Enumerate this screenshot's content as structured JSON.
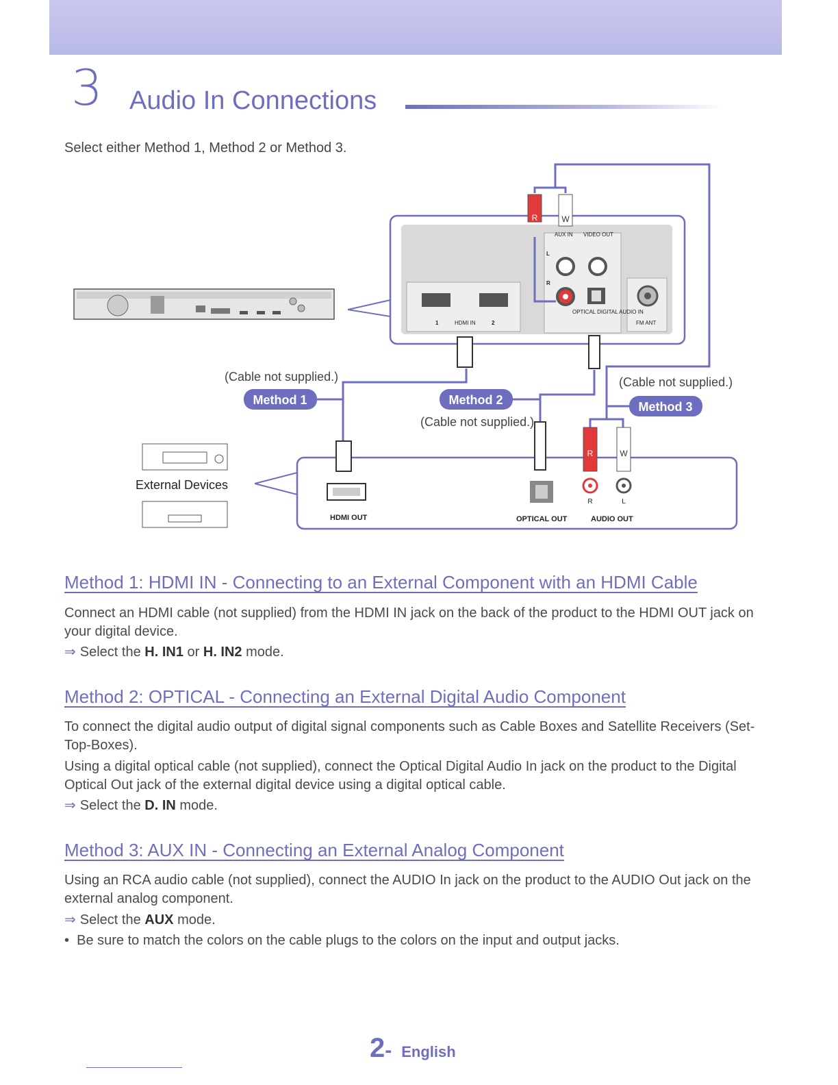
{
  "chapter": {
    "number": "3",
    "title": "Audio In Connections"
  },
  "intro": "Select either Method 1, Method 2  or Method 3.",
  "diagram": {
    "method1": "Method 1",
    "method2": "Method 2",
    "method3": "Method 3",
    "cable_note_1": "(Cable not supplied.)",
    "cable_note_2": "(Cable not supplied.)",
    "cable_note_3": "(Cable not supplied.)",
    "external_devices": "External Devices",
    "hdmi_out": "HDMI OUT",
    "optical_out": "OPTICAL OUT",
    "audio_out": "AUDIO OUT",
    "hdmi_in": "HDMI IN",
    "hdmi_in_1": "1",
    "hdmi_in_2": "2",
    "aux_in": "AUX IN",
    "video_out": "VIDEO OUT",
    "optical_digital_audio_in": "OPTICAL DIGITAL AUDIO IN",
    "fm_ant": "FM ANT",
    "plug_r": "R",
    "plug_w": "W",
    "jack_r": "R",
    "jack_l": "L",
    "jack_l_mark": "L",
    "jack_r_mark": "R"
  },
  "sections": [
    {
      "heading": "Method 1: HDMI IN - Connecting to an External Component with an HDMI Cable",
      "body": "Connect an HDMI cable (not supplied) from the HDMI IN jack on the back of the product to the HDMI OUT jack on your digital device.",
      "select_prefix": "Select the ",
      "select_mode_1": "H. IN1",
      "select_or": " or ",
      "select_mode_2": "H. IN2",
      "select_suffix": " mode."
    },
    {
      "heading": "Method 2: OPTICAL - Connecting an External Digital Audio Component",
      "body1": "To connect the digital audio output of digital signal components such as Cable Boxes and Satellite Receivers (Set-Top-Boxes).",
      "body2": "Using a digital optical cable (not supplied), connect the Optical Digital Audio In jack on the product to the Digital Optical Out jack of the external digital device using a digital optical cable.",
      "select_prefix": "Select the ",
      "select_mode": "D. IN",
      "select_suffix": " mode."
    },
    {
      "heading": "Method 3: AUX IN - Connecting an External Analog Component",
      "body": "Using an RCA audio cable (not supplied), connect the AUDIO In jack on the product to the AUDIO Out jack on the external analog component.",
      "select_prefix": "Select the ",
      "select_mode": "AUX",
      "select_suffix": " mode.",
      "note": "Be sure to match the colors on the cable plugs to the colors on the input and output jacks."
    }
  ],
  "footer": {
    "page": "2",
    "dash": "-",
    "language": "English"
  },
  "colors": {
    "accent": "#6e6ec0",
    "red_plug": "#e23a3a",
    "white_plug": "#ffffff"
  }
}
